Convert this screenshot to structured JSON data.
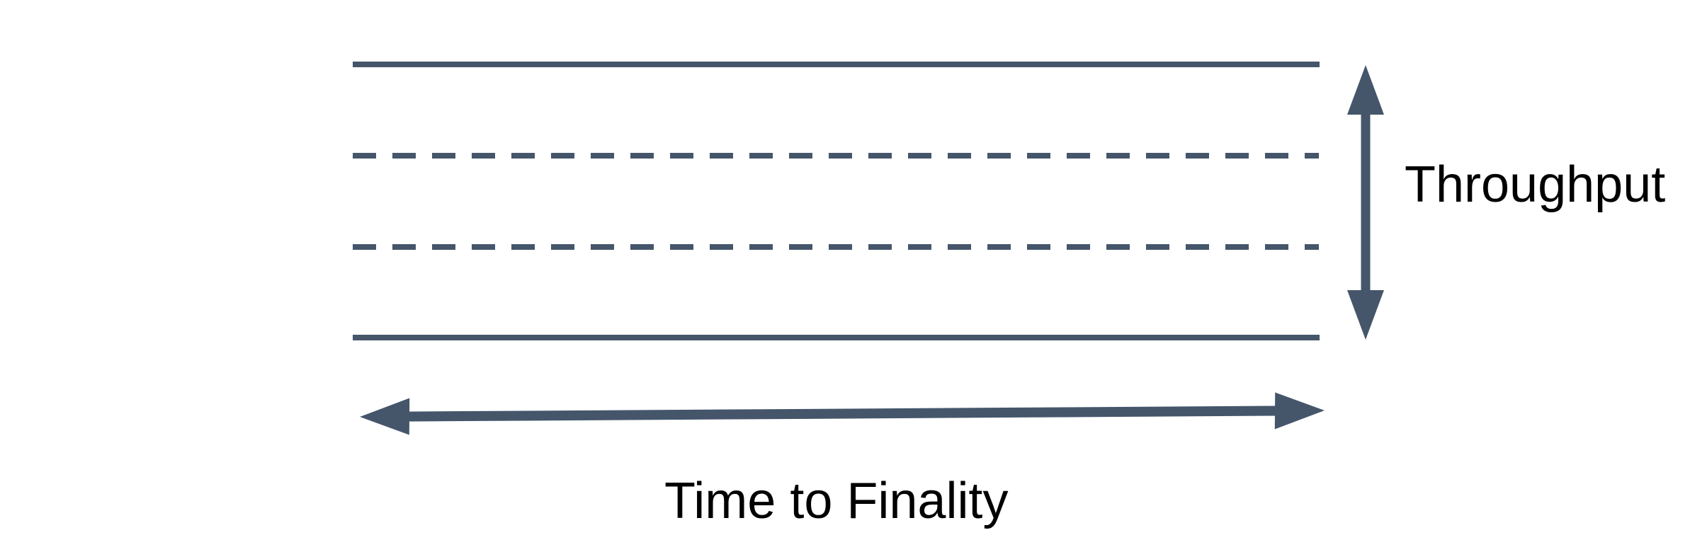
{
  "labels": {
    "throughput": "Throughput",
    "time_to_finality": "Time to Finality"
  },
  "colors": {
    "line": "#45566b",
    "text": "#000000",
    "background": "#ffffff"
  },
  "diagram": {
    "band_lines": [
      {
        "position": "top",
        "style": "solid"
      },
      {
        "position": "upper-middle",
        "style": "dashed"
      },
      {
        "position": "lower-middle",
        "style": "dashed"
      },
      {
        "position": "bottom",
        "style": "solid"
      }
    ],
    "arrows": [
      {
        "orientation": "vertical",
        "double_headed": true,
        "label": "Throughput"
      },
      {
        "orientation": "horizontal",
        "double_headed": true,
        "label": "Time to Finality"
      }
    ]
  }
}
